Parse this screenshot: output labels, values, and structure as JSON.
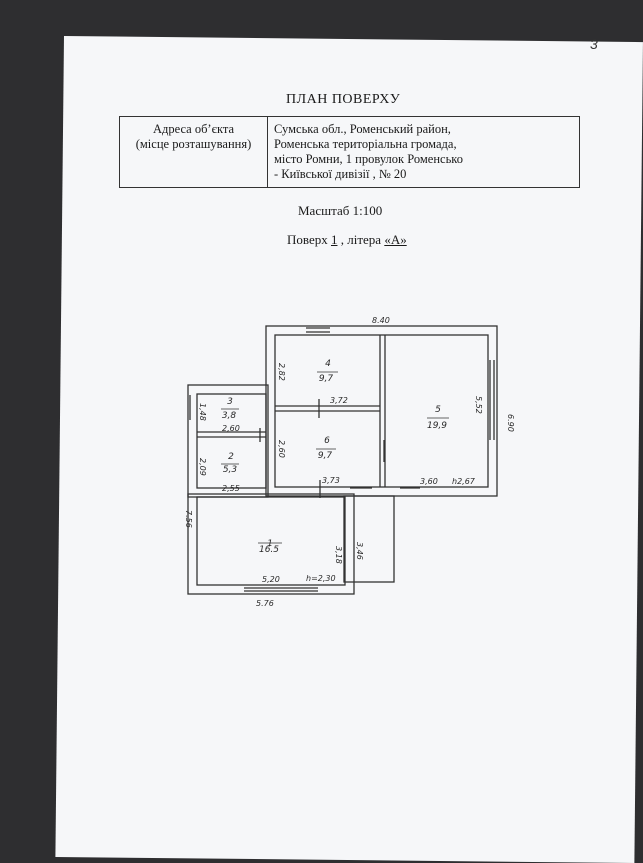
{
  "page_number": "3",
  "title": "ПЛАН  ПОВЕРХУ",
  "address": {
    "label_line1": "Адреса об’єкта",
    "label_line2": "(місце розташування)",
    "value_line1": "Сумська обл., Роменський район,",
    "value_line2": "Роменська територіальна громада,",
    "value_line3": "місто  Ромни,  1 провулок Роменсько",
    "value_line4": "- Київської дивізії , № 20"
  },
  "scale": "Масштаб 1:100",
  "floor": {
    "prefix": "Поверх",
    "number": "1",
    "middle": ", літера",
    "letter": "«А»"
  },
  "plan": {
    "rooms": [
      {
        "number": "1",
        "area": "16.5"
      },
      {
        "number": "2",
        "area": "5,3"
      },
      {
        "number": "3",
        "area": "3,8"
      },
      {
        "number": "4",
        "area": "9,7"
      },
      {
        "number": "5",
        "area": "19,9"
      },
      {
        "number": "6",
        "area": "9,7"
      }
    ],
    "dimensions": {
      "top_width": "8.40",
      "right_height": "6.90",
      "left_height": "7.56",
      "bottom_width": "5.76",
      "room1_width": "5,20",
      "room1_height": "3,18",
      "annex_height": "3,46",
      "room1_ceiling": "h=2,30",
      "room5_ceiling": "h2,67",
      "room5_height": "5,52",
      "room5_width": "3,60",
      "room4_height": "2,82",
      "room4_width": "3,72",
      "room6_height": "2,60",
      "room6_width": "3,73",
      "room3_height": "1,48",
      "room3_width": "2,60",
      "room2_height": "2,09",
      "room2_width": "2,55"
    }
  }
}
